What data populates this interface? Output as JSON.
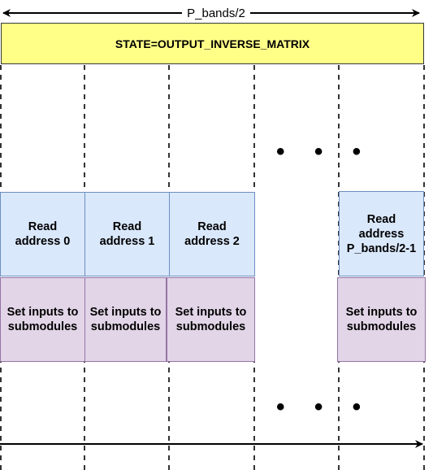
{
  "top_arrow_label": "P_bands/2",
  "state_label": "STATE=OUTPUT_INVERSE_MATRIX",
  "read_boxes": [
    {
      "label": "Read\naddress 0"
    },
    {
      "label": "Read\naddress 1"
    },
    {
      "label": "Read\naddress 2"
    },
    {
      "label": "Read\naddress\nP_bands/2-1"
    }
  ],
  "set_boxes": [
    {
      "label": "Set inputs to\nsubmodules"
    },
    {
      "label": "Set inputs to\nsubmodules"
    },
    {
      "label": "Set inputs to\nsubmodules"
    },
    {
      "label": "Set inputs to\nsubmodules"
    }
  ],
  "ellipsis": "• • •",
  "colors": {
    "state_fill": "#ffff88",
    "read_fill": "#dae8fc",
    "read_stroke": "#6c8ebf",
    "set_fill": "#e1d5e7",
    "set_stroke": "#9673a6"
  }
}
